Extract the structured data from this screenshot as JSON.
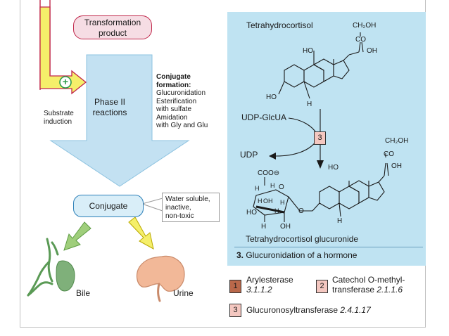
{
  "left": {
    "transformation_product": [
      "Transformation",
      "product"
    ],
    "phase2": [
      "Phase II",
      "reactions"
    ],
    "substrate_induction": [
      "Substrate",
      "induction"
    ],
    "conjugate_formation_title": [
      "Conjugate",
      "formation:"
    ],
    "conjugate_formation_items": [
      "Glucuronidation",
      "Esterification",
      "with sulfate",
      "Amidation",
      "with Gly and Glu"
    ],
    "plus_symbol": "+",
    "conjugate": "Conjugate",
    "water_soluble": [
      "Water soluble,",
      "inactive,",
      "non-toxic"
    ],
    "bile": "Bile",
    "urine": "Urine"
  },
  "panel": {
    "title": "Tetrahydrocortisol",
    "top_ch2oh": "CH₂OH",
    "top_co": "CO",
    "top_oh": "OH",
    "top_ho_upper": "HO",
    "top_ho_lower": "HO",
    "top_h": "H",
    "udp_glcua": "UDP-GlcUA",
    "udp": "UDP",
    "enzyme_number": "3",
    "bot_ch2oh": "CH₂OH",
    "bot_co": "CO",
    "bot_oh": "OH",
    "bot_ho": "HO",
    "bot_h": "H",
    "coo": "COO⊖",
    "sugar_labels": {
      "h1": "H",
      "h2": "H",
      "o": "O",
      "h3": "H",
      "oh1": "OH",
      "h4": "H",
      "ho": "HO",
      "h5": "H",
      "h6": "H",
      "oh2": "OH",
      "link_o": "O"
    },
    "product_name": "Tetrahydrocortisol glucuronide",
    "caption_num": "3.",
    "caption_text": "Glucuronidation of a hormone"
  },
  "legend": [
    {
      "num": "1",
      "name": "Arylesterase",
      "ec": "3.1.1.2",
      "color": "#b9684a"
    },
    {
      "num": "2",
      "name_line1": "Catechol O-methyl-",
      "name_line2": "transferase",
      "ec": "2.1.1.6",
      "color": "#f4c7c0"
    },
    {
      "num": "3",
      "name": "Glucuronosyltransferase",
      "ec": "2.4.1.17",
      "color": "#f4c7c0"
    }
  ],
  "colors": {
    "panel": "#bfe3f2",
    "big_arrow": "#c3e1f2",
    "pill_border": "#c0264a",
    "yellow_arrow": "#f5ef6a",
    "green_arrow": "#9fce7b",
    "gallbladder": "#7fb07a",
    "kidney": "#f2b898"
  }
}
